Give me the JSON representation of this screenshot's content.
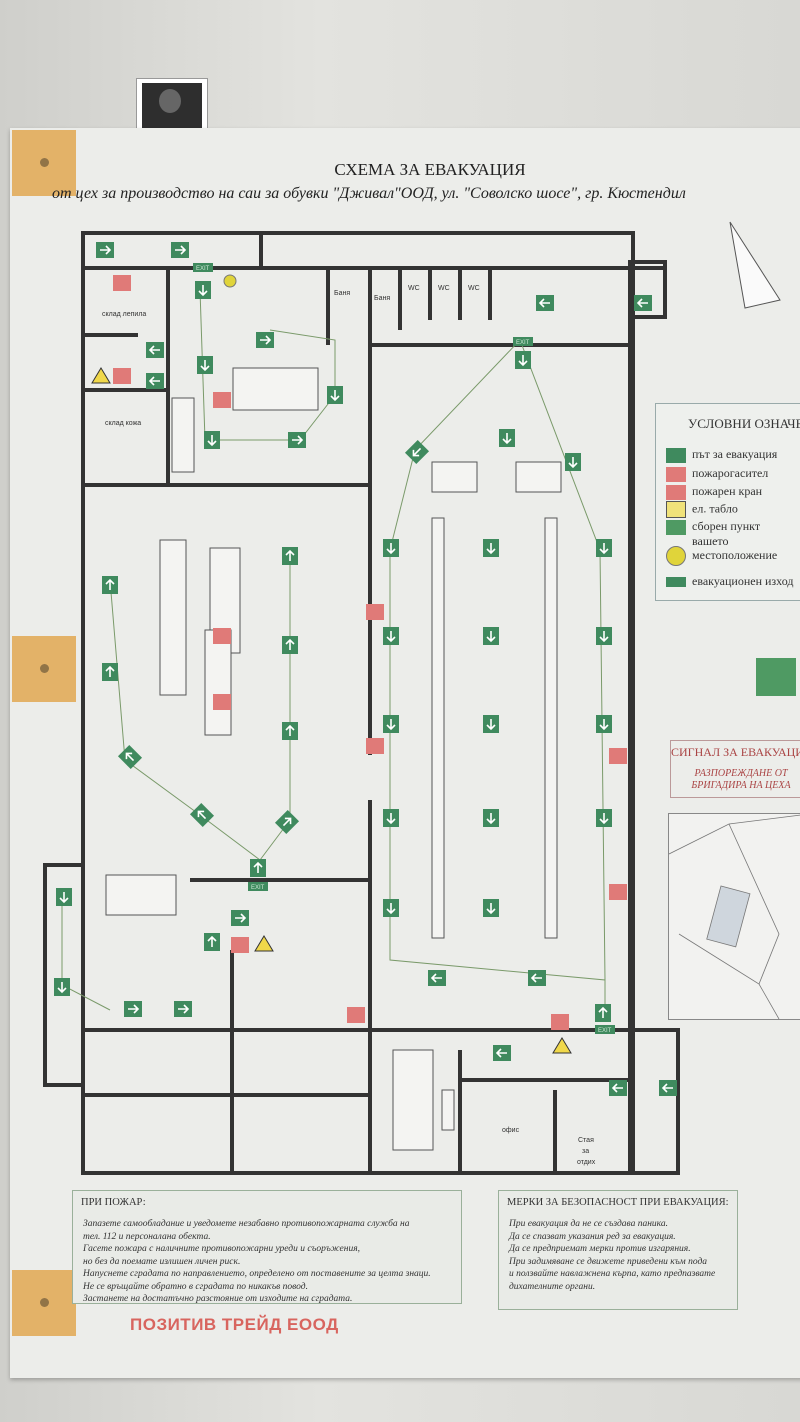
{
  "title": "СХЕМА ЗА ЕВАКУАЦИЯ",
  "subtitle": "от  цех за производство на саи за обувки \"Дживал\"ООД,  ул. \"Соволско шосе\", гр. Кюстендил",
  "rooms": {
    "glue_storage": "склад лепила",
    "leather_storage": "склад кожа",
    "bath1": "Баня",
    "bath2": "Баня",
    "wc1": "WC",
    "wc2": "WC",
    "wc3": "WC",
    "office": "офис",
    "rest_room_1": "Стая",
    "rest_room_2": "за",
    "rest_room_3": "отдих",
    "exit_label": "EXIT"
  },
  "legend": {
    "title": "УСЛОВНИ ОЗНАЧЕНИЯ",
    "items": [
      {
        "icon": "evacuation-arrow-icon",
        "label": "път за евакуация"
      },
      {
        "icon": "fire-extinguisher-icon",
        "label": "пожарогасител"
      },
      {
        "icon": "fire-hydrant-icon",
        "label": "пожарен кран"
      },
      {
        "icon": "electrical-panel-icon",
        "label": "ел.  табло"
      },
      {
        "icon": "assembly-point-icon",
        "label": "сборен пункт"
      },
      {
        "icon": "you-are-here-icon",
        "label": "вашето"
      },
      {
        "icon": "you-are-here-icon",
        "label": "местоположение"
      },
      {
        "icon": "exit-sign-icon",
        "label": "евакуационен изход"
      }
    ]
  },
  "signal": {
    "title": "СИГНАЛ ЗА ЕВАКУАЦИЯ",
    "line1": "РАЗПОРЕЖДАНЕ ОТ",
    "line2": "БРИГАДИРА НА ЦЕХА"
  },
  "fire_box": {
    "title": "ПРИ ПОЖАР:",
    "lines": [
      "Запазете самообладание и уведомете незабавно противопожарната служба на",
      "тел. 112 и персоналана обекта.",
      "Гасете пожара с наличните противопожарни уреди и съоръжения,",
      "но без да поемате излишен личен риск.",
      "Напуснете сградата по направлението, определено от поставените за целта знаци.",
      "Не се връщайте обратно в сградата по никакъв повод.",
      "Застанете на достатъчно разстояние от изходите на сградата."
    ]
  },
  "safety_box": {
    "title": "МЕРКИ ЗА БЕЗОПАСНОСТ ПРИ ЕВАКУАЦИЯ:",
    "lines": [
      "При евакуация  да не се създава паника.",
      "Да се спазват указания ред за евакуация.",
      "Да се предприемат мерки против изгаряния.",
      "При задимяване се движете приведени към пода",
      "и ползвайте навлажнена кърпа, като предпазвате",
      "дихателните органи."
    ]
  },
  "company": "ПОЗИТИВ ТРЕЙД ЕООД",
  "colors": {
    "green": "#3f8a5e",
    "red": "#d8605c",
    "wall": "#333333"
  }
}
